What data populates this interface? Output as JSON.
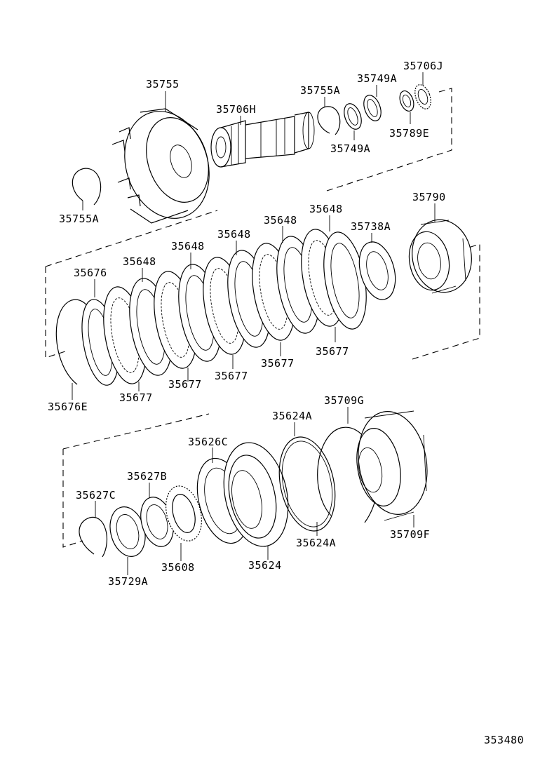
{
  "diagram_id": "353480",
  "labels": {
    "p35706J": "35706J",
    "p35749A_top": "35749A",
    "p35755": "35755",
    "p35755A_top": "35755A",
    "p35706H": "35706H",
    "p35789E": "35789E",
    "p35749A_bottom": "35749A",
    "p35755A_left": "35755A",
    "p35790": "35790",
    "p35648_a": "35648",
    "p35648_b": "35648",
    "p35738A": "35738A",
    "p35648_c": "35648",
    "p35648_d": "35648",
    "p35648_e": "35648",
    "p35676": "35676",
    "p35677_a": "35677",
    "p35677_b": "35677",
    "p35677_c": "35677",
    "p35677_d": "35677",
    "p35677_e": "35677",
    "p35676E": "35676E",
    "p35709G": "35709G",
    "p35624A_top": "35624A",
    "p35626C": "35626C",
    "p35627B": "35627B",
    "p35627C": "35627C",
    "p35624A_bottom": "35624A",
    "p35709F": "35709F",
    "p35608": "35608",
    "p35624": "35624",
    "p35729A": "35729A"
  }
}
